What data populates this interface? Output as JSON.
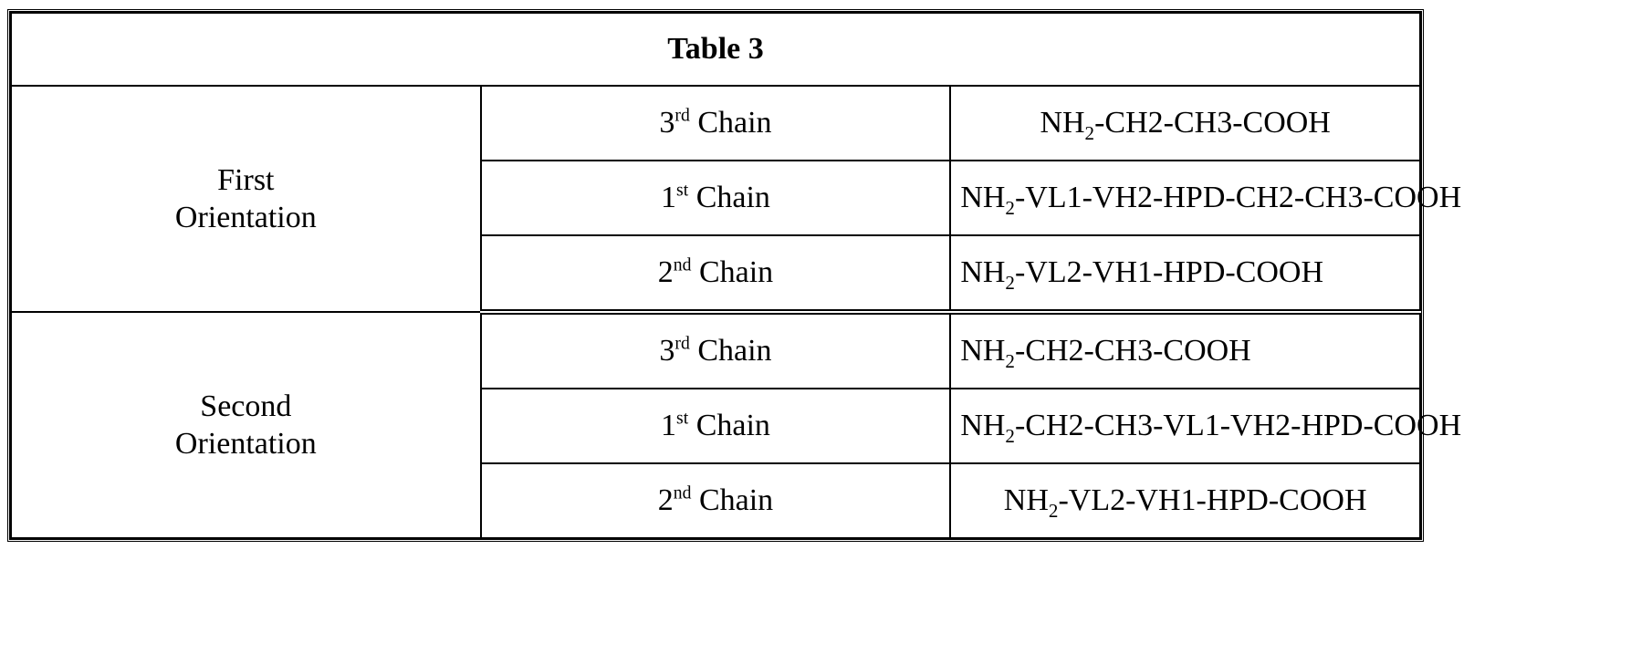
{
  "table": {
    "title": "Table 3",
    "sections": [
      {
        "label_line1": "First",
        "label_line2": "Orientation",
        "rows": [
          {
            "chain_ordinal": "3",
            "chain_suffix": "rd",
            "chain_word": "Chain",
            "sequence_prefix": "NH",
            "sequence_sub": "2",
            "sequence_rest": "-CH2-CH3-COOH",
            "align": "center"
          },
          {
            "chain_ordinal": "1",
            "chain_suffix": "st",
            "chain_word": "Chain",
            "sequence_prefix": "NH",
            "sequence_sub": "2",
            "sequence_rest": "-VL1-VH2-HPD-CH2-CH3-COOH",
            "align": "left"
          },
          {
            "chain_ordinal": "2",
            "chain_suffix": "nd",
            "chain_word": "Chain",
            "sequence_prefix": "NH",
            "sequence_sub": "2",
            "sequence_rest": "-VL2-VH1-HPD-COOH",
            "align": "left"
          }
        ]
      },
      {
        "label_line1": "Second",
        "label_line2": "Orientation",
        "rows": [
          {
            "chain_ordinal": "3",
            "chain_suffix": "rd",
            "chain_word": "Chain",
            "sequence_prefix": "NH",
            "sequence_sub": "2",
            "sequence_rest": "-CH2-CH3-COOH",
            "align": "left"
          },
          {
            "chain_ordinal": "1",
            "chain_suffix": "st",
            "chain_word": "Chain",
            "sequence_prefix": "NH",
            "sequence_sub": "2",
            "sequence_rest": "-CH2-CH3-VL1-VH2-HPD-COOH",
            "align": "left"
          },
          {
            "chain_ordinal": "2",
            "chain_suffix": "nd",
            "chain_word": "Chain",
            "sequence_prefix": "NH",
            "sequence_sub": "2",
            "sequence_rest": "-VL2-VH1-HPD-COOH",
            "align": "center"
          }
        ]
      }
    ]
  },
  "colors": {
    "border": "#000000",
    "text": "#000000",
    "background": "#ffffff"
  }
}
